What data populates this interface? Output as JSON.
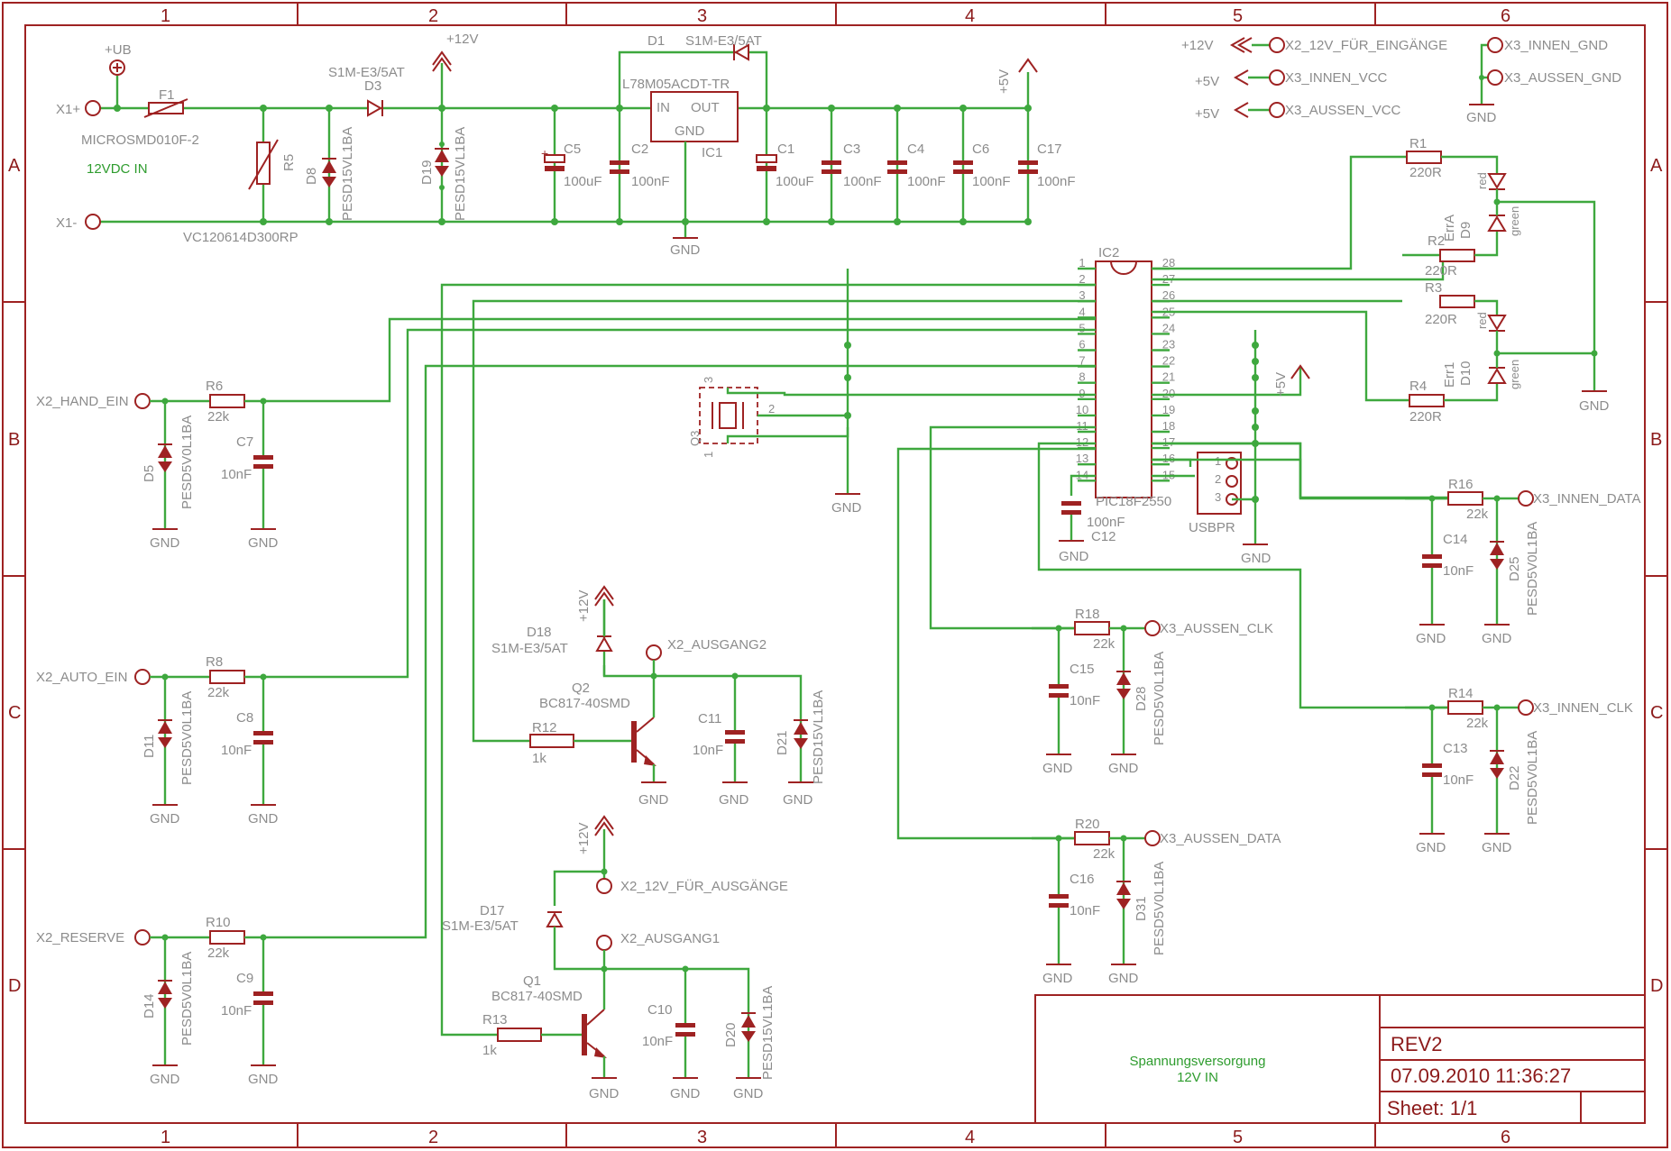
{
  "frame": {
    "columns": [
      "1",
      "2",
      "3",
      "4",
      "5",
      "6"
    ],
    "rows": [
      "A",
      "B",
      "C",
      "D"
    ]
  },
  "title_block": {
    "title_line1": "Spannungsversorgung",
    "title_line2": "12V IN",
    "revision": "REV2",
    "datetime": "07.09.2010 11:36:27",
    "sheet": "Sheet: 1/1"
  },
  "power_section": {
    "ub_label": "+UB",
    "x1_plus": "X1+",
    "x1_minus": "X1-",
    "input_note": "12VDC IN",
    "f1_name": "F1",
    "f1_value": "MICROSMD010F-2",
    "r5_name": "R5",
    "r5_value": "VC120614D300RP",
    "d8_name": "D8",
    "d8_value": "PESD15VL1BA",
    "d3_name": "D3",
    "d3_value": "S1M-E3/5AT",
    "p12v": "+12V",
    "d19_name": "D19",
    "d19_value": "PESD15VL1BA",
    "c5_name": "C5",
    "c5_value": "100uF",
    "c2_name": "C2",
    "c2_value": "100nF",
    "d1_name": "D1",
    "d1_value": "S1M-E3/5AT",
    "reg_value": "L78M05ACDT-TR",
    "reg_in": "IN",
    "reg_out": "OUT",
    "reg_gnd": "GND",
    "reg_name": "IC1",
    "gnd": "GND",
    "c1_name": "C1",
    "c1_value": "100uF",
    "c3_name": "C3",
    "c3_value": "100nF",
    "c4_name": "C4",
    "c4_value": "100nF",
    "c6_name": "C6",
    "c6_value": "100nF",
    "c17_name": "C17",
    "c17_value": "100nF",
    "p5v": "+5V"
  },
  "supply_labels": {
    "p12v": "+12V",
    "p5v": "+5V",
    "x2_12v_in": "X2_12V_FÜR_EINGÄNGE",
    "x3_innen_vcc": "X3_INNEN_VCC",
    "x3_aussen_vcc": "X3_AUSSEN_VCC",
    "x3_innen_gnd": "X3_INNEN_GND",
    "x3_aussen_gnd": "X3_AUSSEN_GND",
    "gnd": "GND"
  },
  "leds": {
    "r1_name": "R1",
    "r1_value": "220R",
    "r2_name": "R2",
    "r2_value": "220R",
    "r3_name": "R3",
    "r3_value": "220R",
    "r4_name": "R4",
    "r4_value": "220R",
    "d9_name": "D9",
    "d9_value": "ErrA",
    "d10_name": "D10",
    "d10_value": "Err1",
    "red": "red",
    "green": "green",
    "gnd": "GND"
  },
  "mcu": {
    "name": "IC2",
    "value": "PIC18F2550",
    "left_pins": [
      "1",
      "2",
      "3",
      "4",
      "5",
      "6",
      "7",
      "8",
      "9",
      "10",
      "11",
      "12",
      "13",
      "14"
    ],
    "right_pins": [
      "28",
      "27",
      "26",
      "25",
      "24",
      "23",
      "22",
      "21",
      "20",
      "19",
      "18",
      "17",
      "16",
      "15"
    ],
    "c12_name": "C12",
    "c12_value": "100nF",
    "gnd": "GND",
    "p5v": "+5V",
    "usbpr_name": "USBPR",
    "usbpr_pins": [
      "1",
      "2",
      "3"
    ],
    "q3_name": "Q3",
    "q3_pins": [
      "1",
      "2",
      "3"
    ]
  },
  "inputs": [
    {
      "connector": "X2_HAND_EIN",
      "r_name": "R6",
      "r_value": "22k",
      "c_name": "C7",
      "c_value": "10nF",
      "d_name": "D5",
      "d_value": "PESD5V0L1BA",
      "gnd": "GND"
    },
    {
      "connector": "X2_AUTO_EIN",
      "r_name": "R8",
      "r_value": "22k",
      "c_name": "C8",
      "c_value": "10nF",
      "d_name": "D11",
      "d_value": "PESD5V0L1BA",
      "gnd": "GND"
    },
    {
      "connector": "X2_RESERVE",
      "r_name": "R10",
      "r_value": "22k",
      "c_name": "C9",
      "c_value": "10nF",
      "d_name": "D14",
      "d_value": "PESD5V0L1BA",
      "gnd": "GND"
    }
  ],
  "outputs": {
    "p12v": "+12V",
    "gnd": "GND",
    "d18_name": "D18",
    "d18_value": "S1M-E3/5AT",
    "x2_ausgang2": "X2_AUSGANG2",
    "q2_name": "Q2",
    "q2_value": "BC817-40SMD",
    "r12_name": "R12",
    "r12_value": "1k",
    "c11_name": "C11",
    "c11_value": "10nF",
    "d21_name": "D21",
    "d21_value": "PESD15VL1BA",
    "x2_12v_out": "X2_12V_FÜR_AUSGÄNGE",
    "d17_name": "D17",
    "d17_value": "S1M-E3/5AT",
    "x2_ausgang1": "X2_AUSGANG1",
    "q1_name": "Q1",
    "q1_value": "BC817-40SMD",
    "r13_name": "R13",
    "r13_value": "1k",
    "c10_name": "C10",
    "c10_value": "10nF",
    "d20_name": "D20",
    "d20_value": "PESD15VL1BA"
  },
  "bus": [
    {
      "connector": "X3_INNEN_DATA",
      "r_name": "R16",
      "r_value": "22k",
      "c_name": "C14",
      "c_value": "10nF",
      "d_name": "D25",
      "d_value": "PESD5V0L1BA",
      "gnd": "GND"
    },
    {
      "connector": "X3_AUSSEN_CLK",
      "r_name": "R18",
      "r_value": "22k",
      "c_name": "C15",
      "c_value": "10nF",
      "d_name": "D28",
      "d_value": "PESD5V0L1BA",
      "gnd": "GND"
    },
    {
      "connector": "X3_INNEN_CLK",
      "r_name": "R14",
      "r_value": "22k",
      "c_name": "C13",
      "c_value": "10nF",
      "d_name": "D22",
      "d_value": "PESD5V0L1BA",
      "gnd": "GND"
    },
    {
      "connector": "X3_AUSSEN_DATA",
      "r_name": "R20",
      "r_value": "22k",
      "c_name": "C16",
      "c_value": "10nF",
      "d_name": "D31",
      "d_value": "PESD5V0L1BA",
      "gnd": "GND"
    }
  ]
}
